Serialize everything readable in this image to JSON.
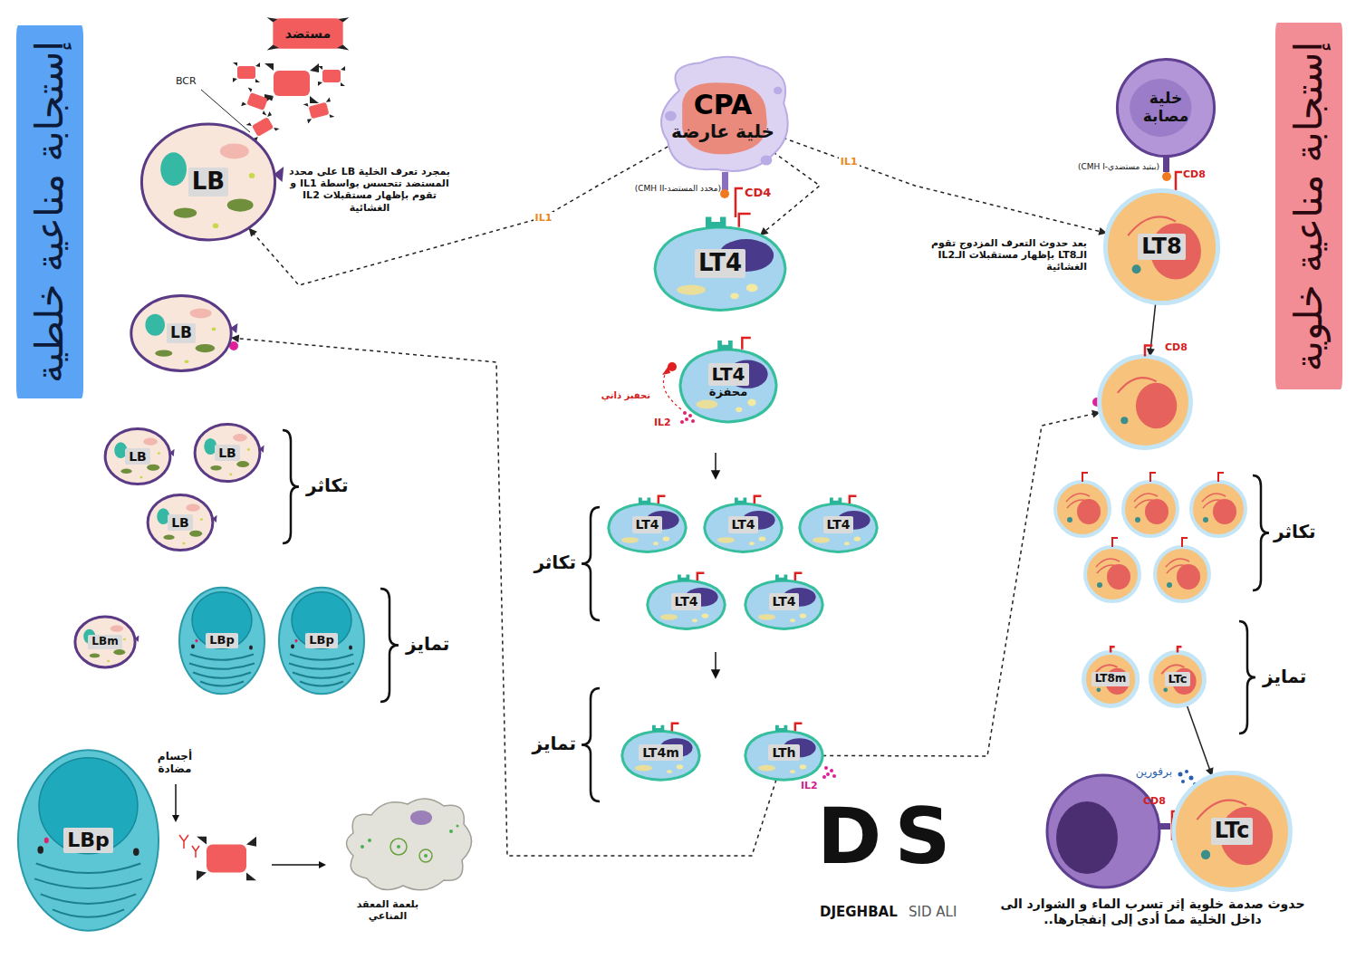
{
  "diagram": {
    "nodes": [
      {
        "text": [
          "إستجابة مناعية خلطية"
        ]
      },
      {
        "text": [
          "إستجابة مناعية خلوية"
        ]
      },
      {
        "text": [
          "مستضد"
        ]
      },
      {
        "text": [
          "LB"
        ]
      },
      {
        "text": [
          "LB"
        ]
      },
      {
        "text": [
          "LB"
        ]
      },
      {
        "text": [
          "LB"
        ]
      },
      {
        "text": [
          "LB"
        ]
      },
      {
        "text": [
          "LBm"
        ]
      },
      {
        "text": [
          "LBp"
        ]
      },
      {
        "text": [
          "LBp"
        ]
      },
      {
        "text": [
          "LBp"
        ]
      },
      {
        "text": [
          "CPA",
          "خلية عارضة"
        ]
      },
      {
        "text": [
          "LT4"
        ]
      },
      {
        "text": [
          "LT4",
          "محفزة"
        ]
      },
      {
        "text": [
          "LT4"
        ]
      },
      {
        "text": [
          "LT4"
        ]
      },
      {
        "text": [
          "LT4"
        ]
      },
      {
        "text": [
          "LT4"
        ]
      },
      {
        "text": [
          "LT4"
        ]
      },
      {
        "text": [
          "LT4m"
        ]
      },
      {
        "text": [
          "LTh"
        ]
      },
      {
        "text": [
          "خلية مصابة"
        ]
      },
      {
        "text": [
          "LT8"
        ]
      },
      {
        "text": [
          "CD8"
        ]
      },
      {
        "text": [
          "LT8m"
        ]
      },
      {
        "text": [
          "LTc"
        ]
      },
      {
        "text": [
          "LTc"
        ]
      }
    ],
    "edges": [
      {
        "from": 12,
        "to": 13,
        "arrow": "to"
      },
      {
        "from": 12,
        "to": 3,
        "label": "IL1",
        "arrow": "to"
      },
      {
        "from": 12,
        "to": 23,
        "label": "IL1",
        "arrow": "to"
      },
      {
        "from": 21,
        "to": 4,
        "arrow": "to"
      },
      {
        "from": 21,
        "to": 24,
        "arrow": "to"
      },
      {
        "from": 23,
        "to": 24,
        "arrow": "to"
      },
      {
        "from": 26,
        "to": 27,
        "arrow": "to"
      }
    ],
    "labels": [
      "BCR",
      "بمجرد تعرف الخلية LB على محدد المستضد تتحسس بواسطة IL1 و تقوم بإظهار مستقبلات IL2 الغشائية",
      "(محدد المستضد-CMH II)",
      "CD4",
      "تحفيز ذاتي",
      "IL2",
      "تكاثر",
      "تمايز",
      "تكاثر",
      "تمايز",
      "IL2",
      "(ببتيد مستضدي-CMH I)",
      "CD8",
      "بعد حدوث التعرف المزدوج تقوم الـLT8 بإظهار مستقبلات الـIL2 الغشائية",
      "تكاثر",
      "تمايز",
      "برفورين",
      "CD8",
      "حدوث صدمة خلوية إثر تسرب الماء و الشوارد الى داخل الخلية مما أدى إلى إنفجارها..",
      "أجسام مضادة",
      "بلعمة المعقد المناعي",
      "DS",
      "DJEGHBAL",
      "SID ALI"
    ]
  }
}
